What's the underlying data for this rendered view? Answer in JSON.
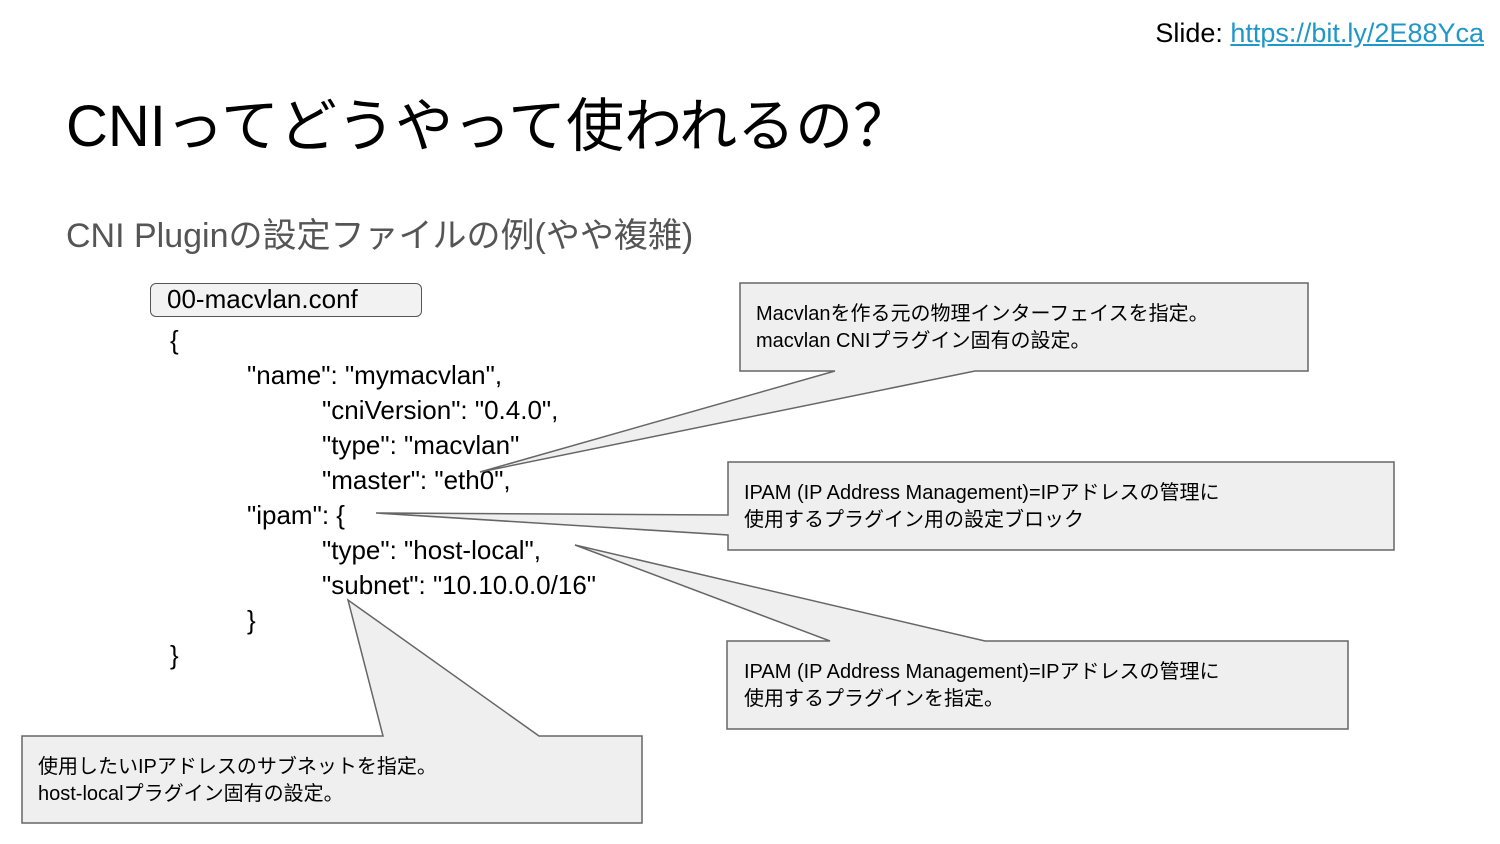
{
  "header": {
    "slide_prefix": "Slide: ",
    "slide_url": "https://bit.ly/2E88Yca"
  },
  "title": "CNIってどうやって使われるの？",
  "subtitle": "CNI Pluginの設定ファイルの例(やや複雑)",
  "config": {
    "filename": "00-macvlan.conf",
    "lines": [
      "{",
      "\"name\": \"mymacvlan\",",
      "\"cniVersion\": \"0.4.0\",",
      "\"type\": \"macvlan\"",
      "\"master\": \"eth0\",",
      "\"ipam\": {",
      "\"type\": \"host-local\",",
      "\"subnet\": \"10.10.0.0/16\"",
      "}",
      "}"
    ]
  },
  "callouts": {
    "master": {
      "line1": "Macvlanを作る元の物理インターフェイスを指定。",
      "line2": "macvlan CNIプラグイン固有の設定。"
    },
    "ipam_block": {
      "line1": "IPAM (IP Address Management)=IPアドレスの管理に",
      "line2": "使用するプラグイン用の設定ブロック"
    },
    "ipam_type": {
      "line1": "IPAM (IP Address Management)=IPアドレスの管理に",
      "line2": "使用するプラグインを指定。"
    },
    "subnet": {
      "line1": "使用したいIPアドレスのサブネットを指定。",
      "line2": "host-localプラグイン固有の設定。"
    }
  }
}
